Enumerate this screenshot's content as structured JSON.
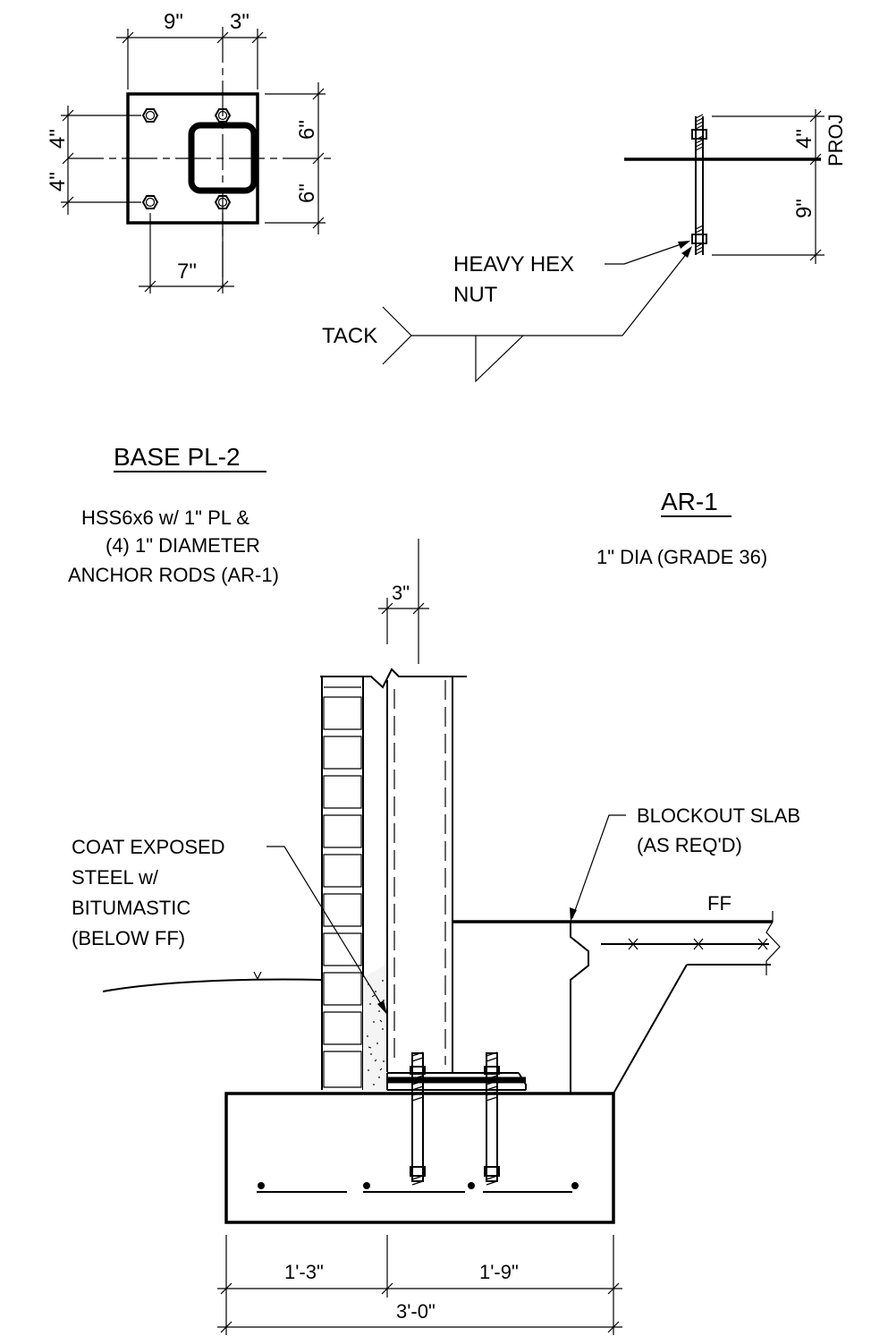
{
  "plan": {
    "dim_top_left": "9\"",
    "dim_top_right": "3\"",
    "dim_left_top": "4\"",
    "dim_left_bottom": "4\"",
    "dim_right_top": "6\"",
    "dim_right_bottom": "6\"",
    "dim_bottom": "7\""
  },
  "rod_detail": {
    "dim_proj": "4\"",
    "proj_label": "PROJ",
    "dim_embed": "9\"",
    "nut_label_line1": "HEAVY HEX",
    "nut_label_line2": "NUT",
    "weld_label": "TACK"
  },
  "titles": {
    "base_title": "BASE PL-2",
    "base_note_line1": "HSS6x6 w/ 1\" PL &",
    "base_note_line2": "(4) 1\" DIAMETER",
    "base_note_line3": "ANCHOR RODS (AR-1)",
    "rod_title": "AR-1",
    "rod_note": "1\" DIA  (GRADE 36)"
  },
  "section": {
    "dim_top": "3\"",
    "coat_line1": "COAT EXPOSED",
    "coat_line2": "STEEL w/",
    "coat_line3": "BITUMASTIC",
    "coat_line4": "(BELOW FF)",
    "blockout_line1": "BLOCKOUT SLAB",
    "blockout_line2": "(AS REQ'D)",
    "ff_label": "FF",
    "dim_left": "1'-3\"",
    "dim_right": "1'-9\"",
    "dim_total": "3'-0\""
  }
}
